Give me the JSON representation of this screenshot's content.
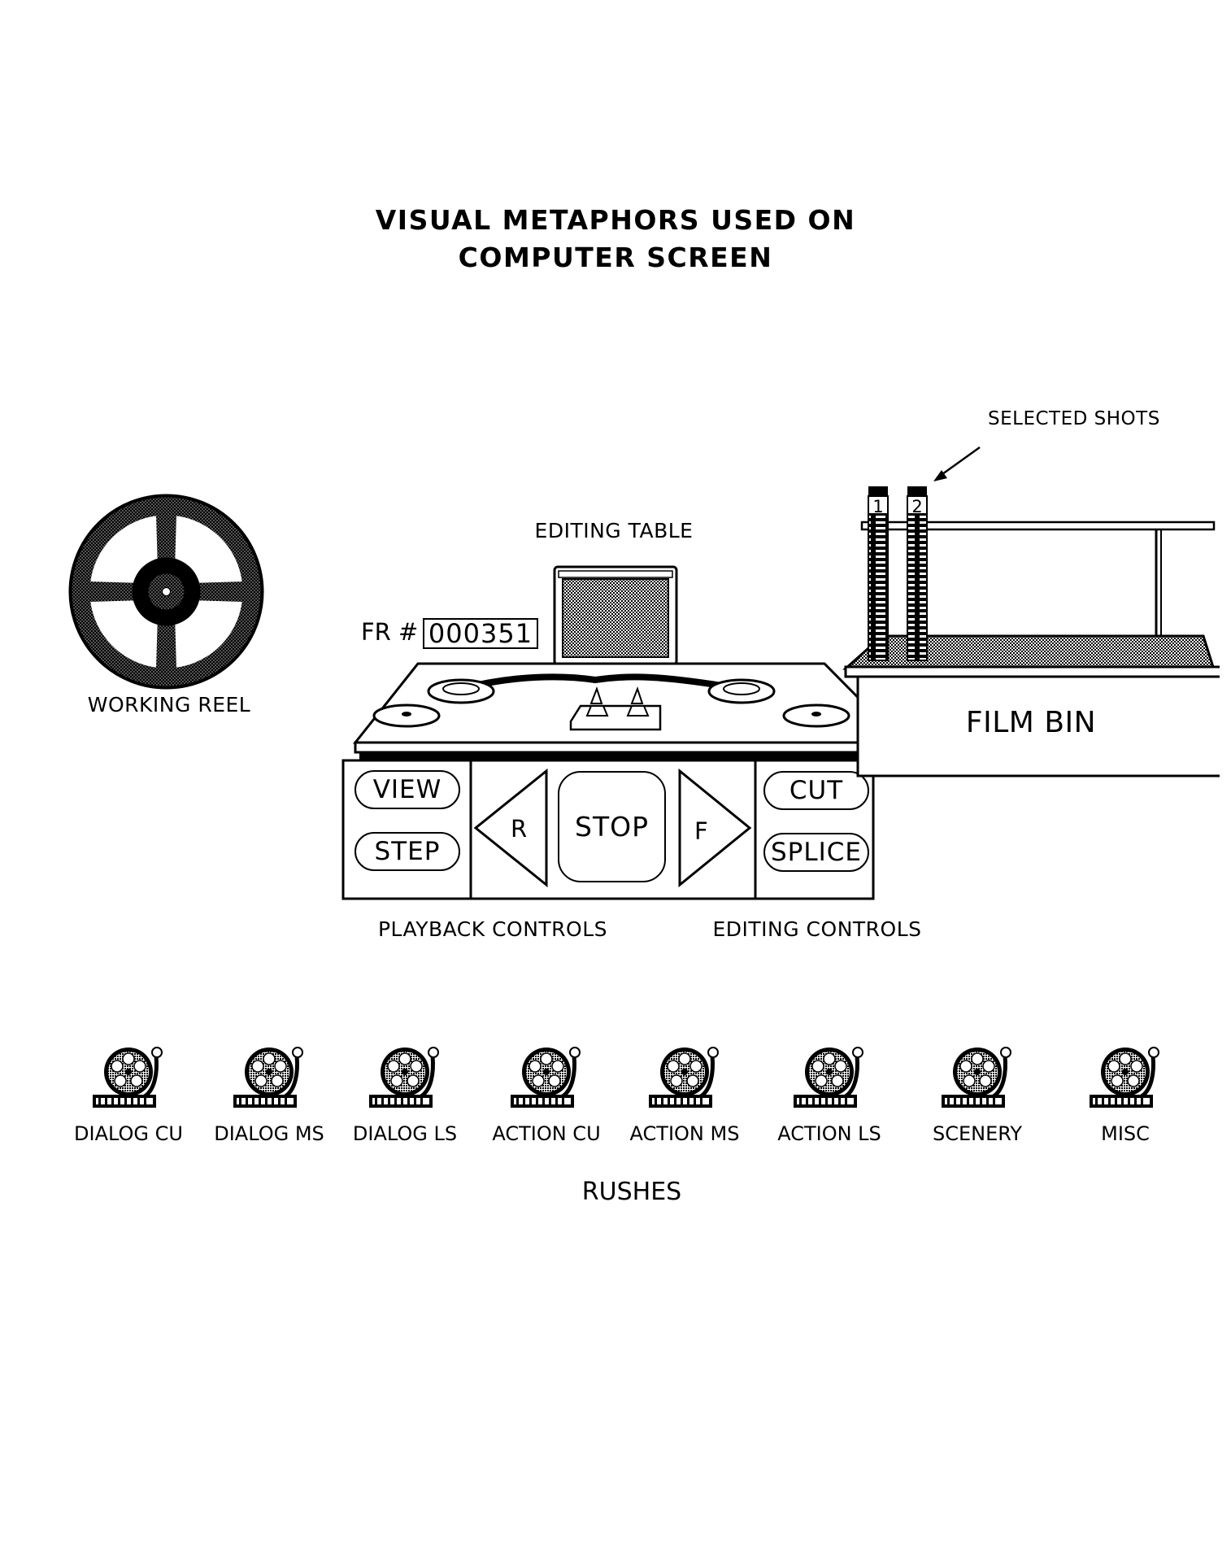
{
  "title": {
    "line1": "VISUAL METAPHORS USED ON",
    "line2": "COMPUTER SCREEN"
  },
  "working_reel": {
    "label": "WORKING REEL"
  },
  "editing_table": {
    "label": "EDITING TABLE",
    "frame_counter": {
      "label": "FR #",
      "value": "000351"
    }
  },
  "playback": {
    "group_label": "PLAYBACK CONTROLS",
    "view": "VIEW",
    "step": "STEP",
    "reverse": "R",
    "stop": "STOP",
    "forward": "F"
  },
  "editing": {
    "group_label": "EDITING CONTROLS",
    "cut": "CUT",
    "splice": "SPLICE"
  },
  "film_bin": {
    "label": "FILM BIN",
    "callout": "SELECTED SHOTS",
    "shots": [
      "1",
      "2"
    ]
  },
  "rushes": {
    "label": "RUSHES",
    "items": [
      "DIALOG CU",
      "DIALOG MS",
      "DIALOG LS",
      "ACTION CU",
      "ACTION MS",
      "ACTION LS",
      "SCENERY",
      "MISC"
    ]
  },
  "icons": {
    "working_reel": "film-reel-icon",
    "rush": "film-reel-with-strip-icon",
    "shot": "film-strip-icon"
  }
}
